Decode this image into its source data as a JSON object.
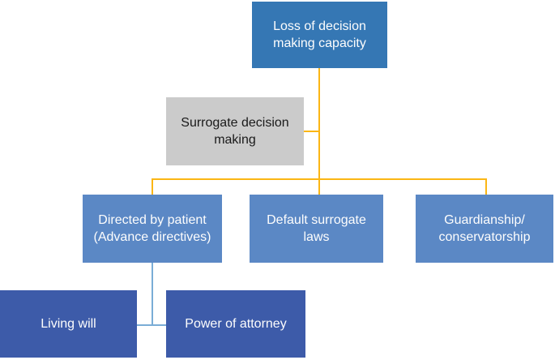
{
  "diagram": {
    "type": "flowchart",
    "nodes": {
      "loss": {
        "label": "Loss of decision\nmaking capacity",
        "fill": "#3577B4",
        "text_color": "#FFFFFF"
      },
      "surrogate": {
        "label": "Surrogate decision\nmaking",
        "fill": "#CBCBCB",
        "text_color": "#1A1A1A"
      },
      "directed": {
        "label": "Directed by patient\n(Advance directives)",
        "fill": "#5B88C5",
        "text_color": "#FFFFFF"
      },
      "default_laws": {
        "label": "Default surrogate\nlaws",
        "fill": "#5B88C5",
        "text_color": "#FFFFFF"
      },
      "guardianship": {
        "label": "Guardianship/\nconservatorship",
        "fill": "#5B88C5",
        "text_color": "#FFFFFF"
      },
      "living_will": {
        "label": "Living will",
        "fill": "#3D5BA9",
        "text_color": "#FFFFFF"
      },
      "power_of_attorney": {
        "label": "Power of attorney",
        "fill": "#3D5BA9",
        "text_color": "#FFFFFF"
      }
    },
    "edges": [
      {
        "from": "loss",
        "to": "directed",
        "color": "#FBB615"
      },
      {
        "from": "loss",
        "to": "default_laws",
        "color": "#FBB615"
      },
      {
        "from": "loss",
        "to": "guardianship",
        "color": "#FBB615"
      },
      {
        "from": "surrogate",
        "to": "loss_branch_line",
        "color": "#FBB615"
      },
      {
        "from": "directed",
        "to": "living_will",
        "color": "#7AADD6"
      },
      {
        "from": "directed",
        "to": "power_of_attorney",
        "color": "#7AADD6"
      }
    ],
    "connector_colors": {
      "primary": "#FBB615",
      "secondary": "#7AADD6"
    }
  }
}
